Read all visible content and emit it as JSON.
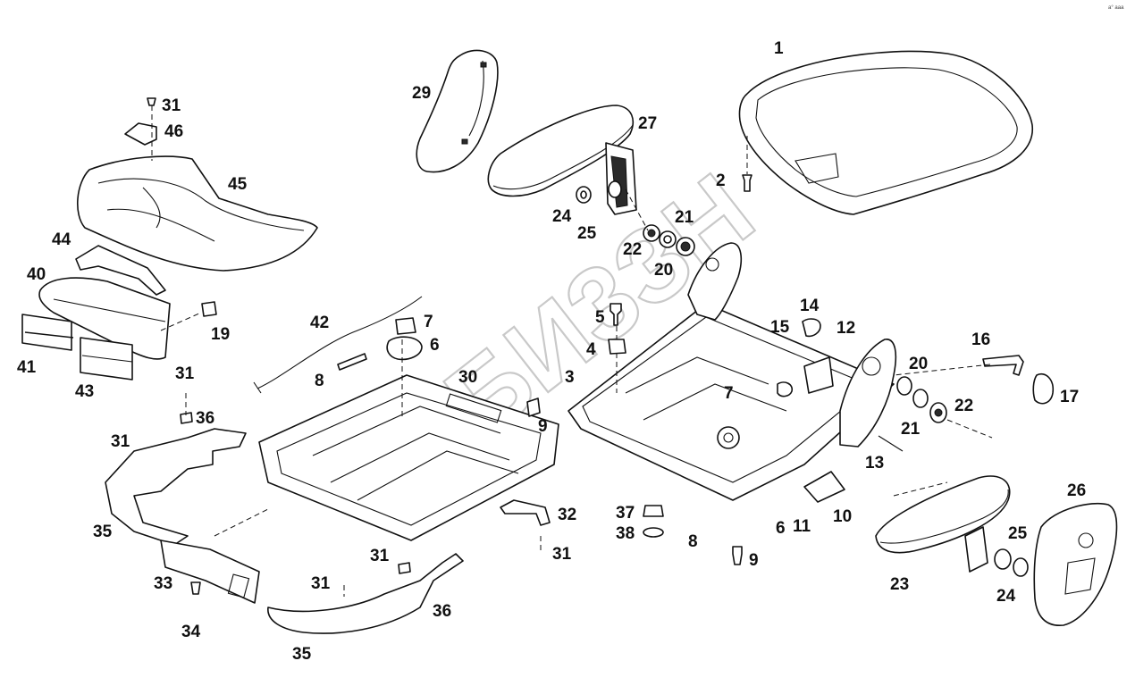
{
  "diagram": {
    "watermark": "ЕЗБИ3ЗН",
    "corner_mark": "a° aaa",
    "callouts": [
      {
        "id": "c1",
        "label": "1"
      },
      {
        "id": "c2",
        "label": "2"
      },
      {
        "id": "c3",
        "label": "3"
      },
      {
        "id": "c4",
        "label": "4"
      },
      {
        "id": "c5",
        "label": "5"
      },
      {
        "id": "c6a",
        "label": "6"
      },
      {
        "id": "c6b",
        "label": "6"
      },
      {
        "id": "c7a",
        "label": "7"
      },
      {
        "id": "c7b",
        "label": "7"
      },
      {
        "id": "c8a",
        "label": "8"
      },
      {
        "id": "c8b",
        "label": "8"
      },
      {
        "id": "c9a",
        "label": "9"
      },
      {
        "id": "c9b",
        "label": "9"
      },
      {
        "id": "c10",
        "label": "10"
      },
      {
        "id": "c11",
        "label": "11"
      },
      {
        "id": "c12",
        "label": "12"
      },
      {
        "id": "c13",
        "label": "13"
      },
      {
        "id": "c14",
        "label": "14"
      },
      {
        "id": "c15",
        "label": "15"
      },
      {
        "id": "c16",
        "label": "16"
      },
      {
        "id": "c17",
        "label": "17"
      },
      {
        "id": "c19",
        "label": "19"
      },
      {
        "id": "c20a",
        "label": "20"
      },
      {
        "id": "c20b",
        "label": "20"
      },
      {
        "id": "c21a",
        "label": "21"
      },
      {
        "id": "c21b",
        "label": "21"
      },
      {
        "id": "c22a",
        "label": "22"
      },
      {
        "id": "c22b",
        "label": "22"
      },
      {
        "id": "c23",
        "label": "23"
      },
      {
        "id": "c24a",
        "label": "24"
      },
      {
        "id": "c24b",
        "label": "24"
      },
      {
        "id": "c25a",
        "label": "25"
      },
      {
        "id": "c25b",
        "label": "25"
      },
      {
        "id": "c26",
        "label": "26"
      },
      {
        "id": "c27",
        "label": "27"
      },
      {
        "id": "c29",
        "label": "29"
      },
      {
        "id": "c30",
        "label": "30"
      },
      {
        "id": "c31a",
        "label": "31"
      },
      {
        "id": "c31b",
        "label": "31"
      },
      {
        "id": "c31c",
        "label": "31"
      },
      {
        "id": "c31d",
        "label": "31"
      },
      {
        "id": "c31e",
        "label": "31"
      },
      {
        "id": "c31f",
        "label": "31"
      },
      {
        "id": "c32",
        "label": "32"
      },
      {
        "id": "c33",
        "label": "33"
      },
      {
        "id": "c34",
        "label": "34"
      },
      {
        "id": "c35a",
        "label": "35"
      },
      {
        "id": "c35b",
        "label": "35"
      },
      {
        "id": "c36a",
        "label": "36"
      },
      {
        "id": "c36b",
        "label": "36"
      },
      {
        "id": "c37",
        "label": "37"
      },
      {
        "id": "c38",
        "label": "38"
      },
      {
        "id": "c40",
        "label": "40"
      },
      {
        "id": "c41",
        "label": "41"
      },
      {
        "id": "c42",
        "label": "42"
      },
      {
        "id": "c43",
        "label": "43"
      },
      {
        "id": "c44",
        "label": "44"
      },
      {
        "id": "c45",
        "label": "45"
      },
      {
        "id": "c46",
        "label": "46"
      }
    ]
  }
}
